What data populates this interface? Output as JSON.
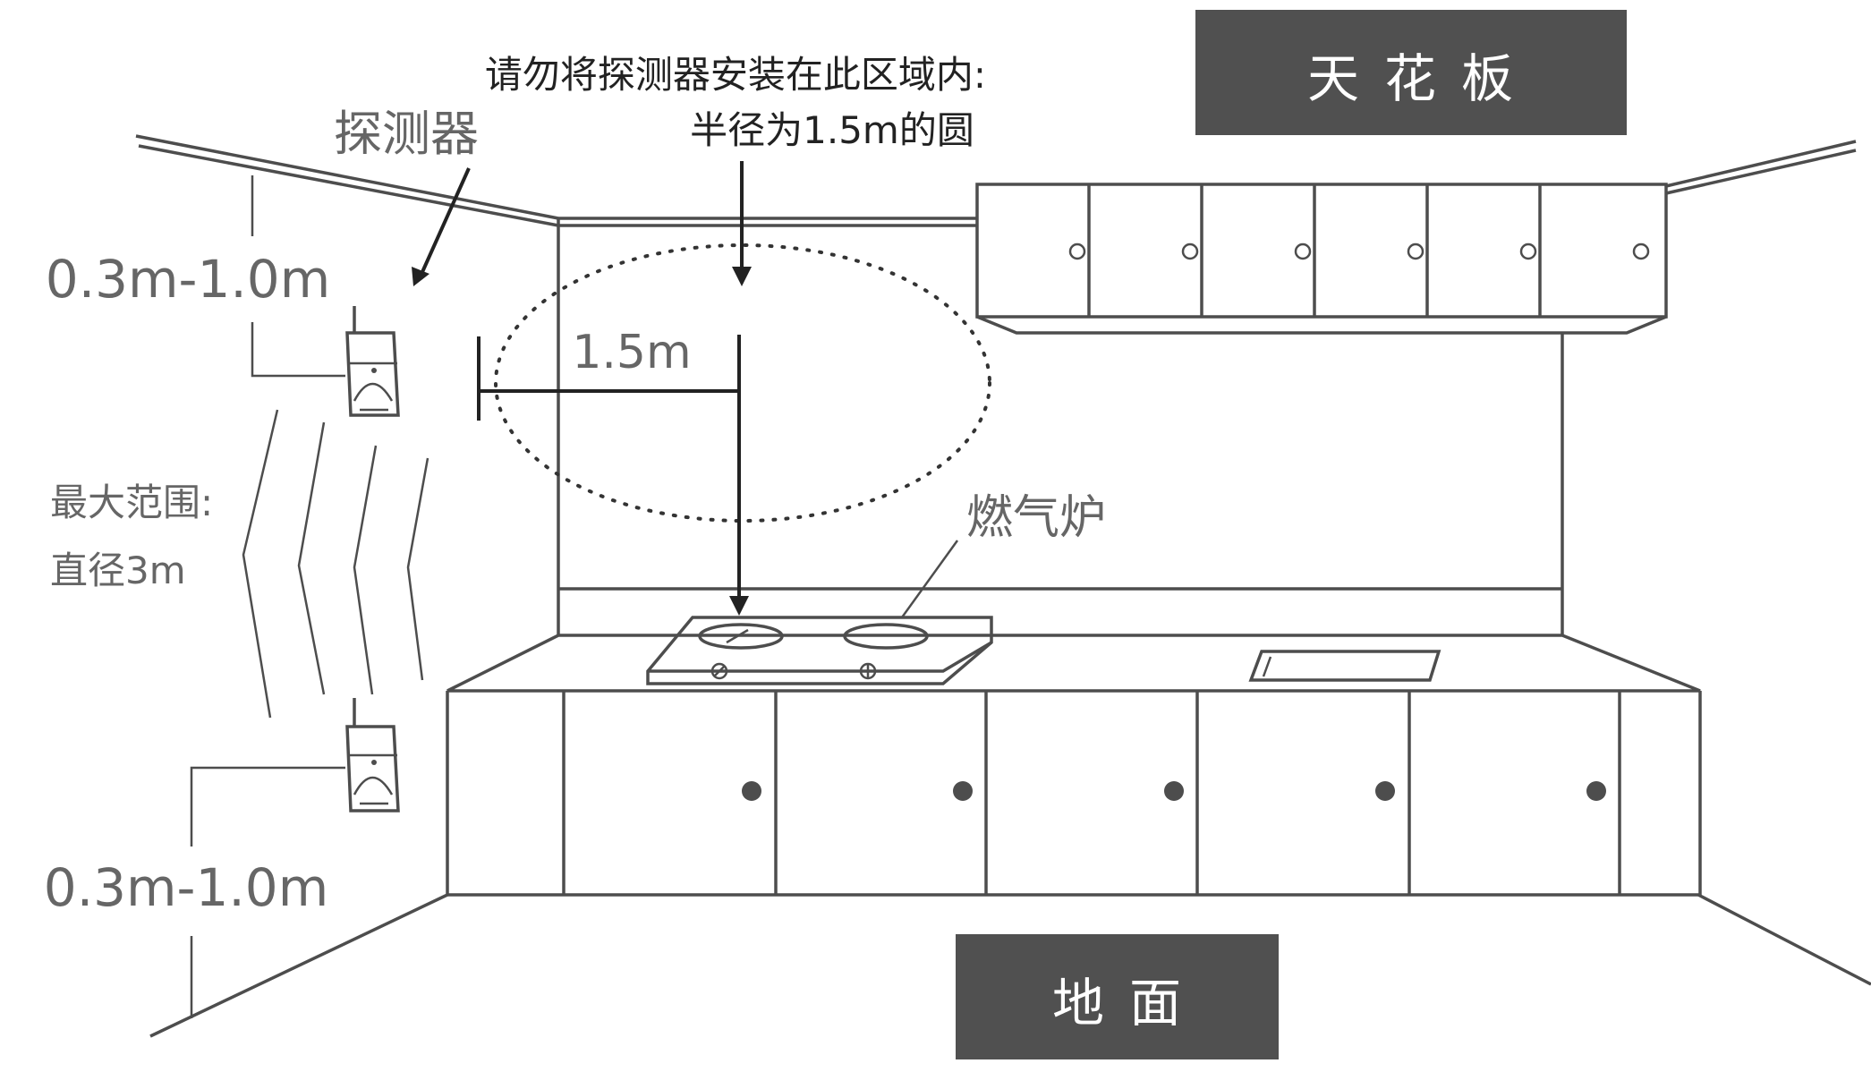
{
  "labels": {
    "ceiling": "天花板",
    "floor": "地面",
    "warning_line1": "请勿将探测器安装在此区域内:",
    "warning_line2": "半径为1.5m的圆",
    "detector": "探测器",
    "radius": "1.5m",
    "stove": "燃气炉",
    "upper_distance": "0.3m-1.0m",
    "lower_distance": "0.3m-1.0m",
    "max_range_line1": "最大范围:",
    "max_range_line2": "直径3m"
  },
  "colors": {
    "label_box": "#505050",
    "line": "#4d4d4d",
    "arrow": "#222222",
    "dotted_circle": "#333333"
  }
}
